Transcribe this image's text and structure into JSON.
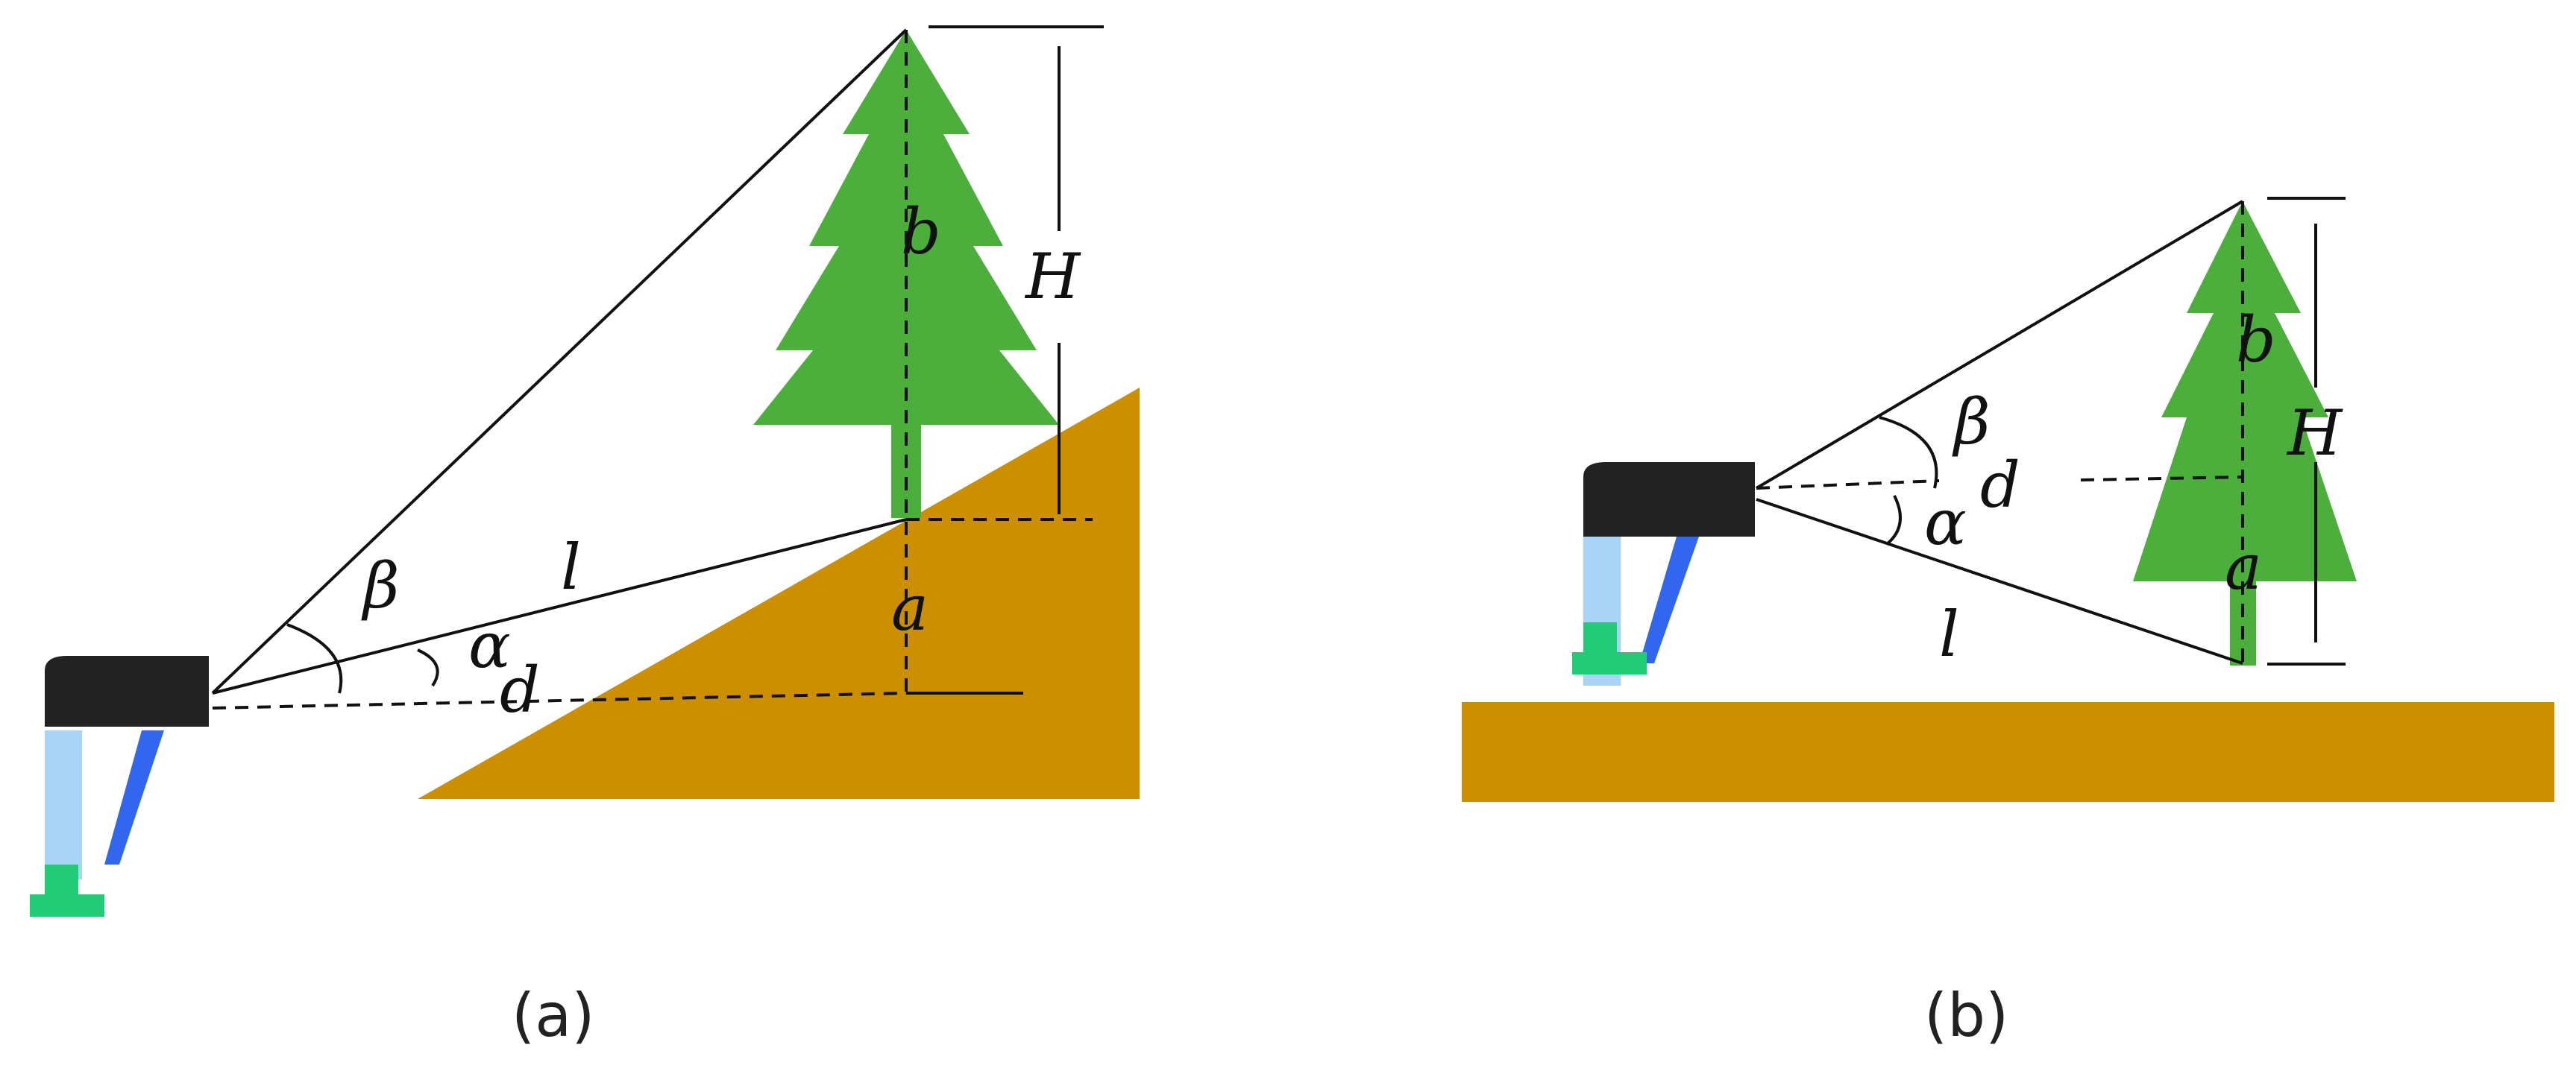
{
  "panel_a": {
    "caption": "(a)",
    "labels": {
      "H": "H",
      "b": "b",
      "a": "a",
      "l": "l",
      "d": "d",
      "alpha": "α",
      "beta": "β"
    }
  },
  "panel_b": {
    "caption": "(b)",
    "labels": {
      "H": "H",
      "b": "b",
      "a": "a",
      "l": "l",
      "d": "d",
      "alpha": "α",
      "beta": "β"
    }
  },
  "colors": {
    "tree": "#4caf3c",
    "ground": "#cc8f00",
    "device_body": "#222222",
    "device_blue": "#3366ee",
    "device_light": "#aad4f5",
    "device_green": "#22cc77"
  }
}
